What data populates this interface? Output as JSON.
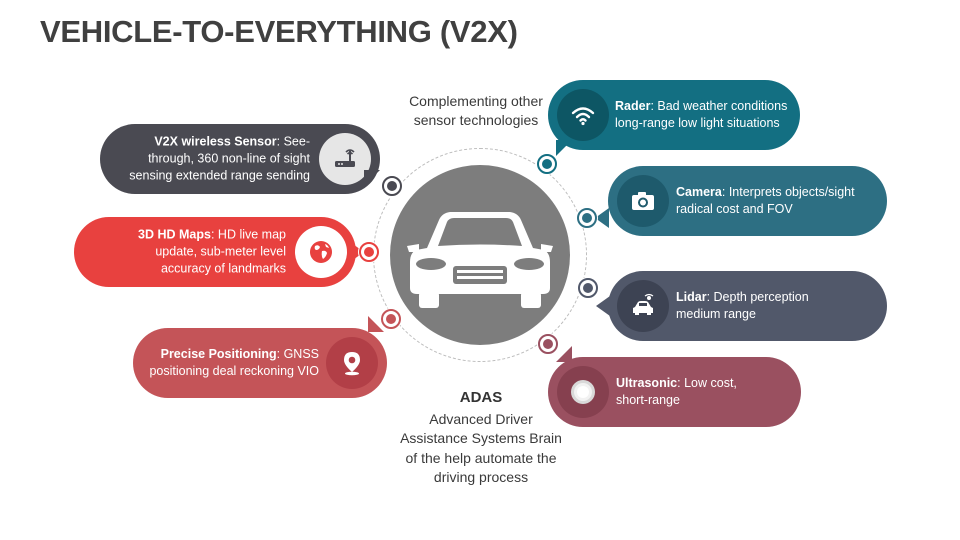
{
  "title": "VEHICLE-TO-EVERYTHING (V2X)",
  "hub": {
    "icon": "car-icon"
  },
  "top_note": {
    "line1": "Complementing other",
    "line2": "sensor technologies"
  },
  "adas": {
    "title": "ADAS",
    "line1": "Advanced Driver",
    "line2": "Assistance Systems Brain",
    "line3": "of the help automate the",
    "line4": "driving process"
  },
  "left_items": [
    {
      "label": "V2X wireless Sensor",
      "text1": ": See-",
      "line2": "through, 360 non-line of sight",
      "line3": "sensing extended range sending",
      "color": "#4a4a52",
      "icon": "router-icon"
    },
    {
      "label": "3D HD Maps",
      "text1": ": HD live map",
      "line2": "update, sub-meter level",
      "line3": "accuracy of landmarks",
      "color": "#e8413f",
      "icon": "globe-icon"
    },
    {
      "label": "Precise Positioning",
      "text1": ": GNSS",
      "line2": "positioning deal reckoning VIO",
      "line3": "",
      "color": "#c45458",
      "icon": "location-pin-icon"
    }
  ],
  "right_items": [
    {
      "label": "Rader",
      "text1": ": Bad weather conditions",
      "line2": "long-range low light situations",
      "line3": "",
      "color": "#136f82",
      "icon": "wifi-signal-icon"
    },
    {
      "label": "Camera",
      "text1": ": Interprets objects/sight",
      "line2": "radical cost and FOV",
      "line3": "",
      "color": "#2d6f83",
      "icon": "camera-icon"
    },
    {
      "label": "Lidar",
      "text1": ": Depth perception",
      "line2": "medium range",
      "line3": "",
      "color": "#51586a",
      "icon": "lidar-car-icon"
    },
    {
      "label": "Ultrasonic",
      "text1": ": Low cost,",
      "line2": "short-range",
      "line3": "",
      "color": "#9a5060",
      "icon": "ultrasonic-icon"
    }
  ]
}
